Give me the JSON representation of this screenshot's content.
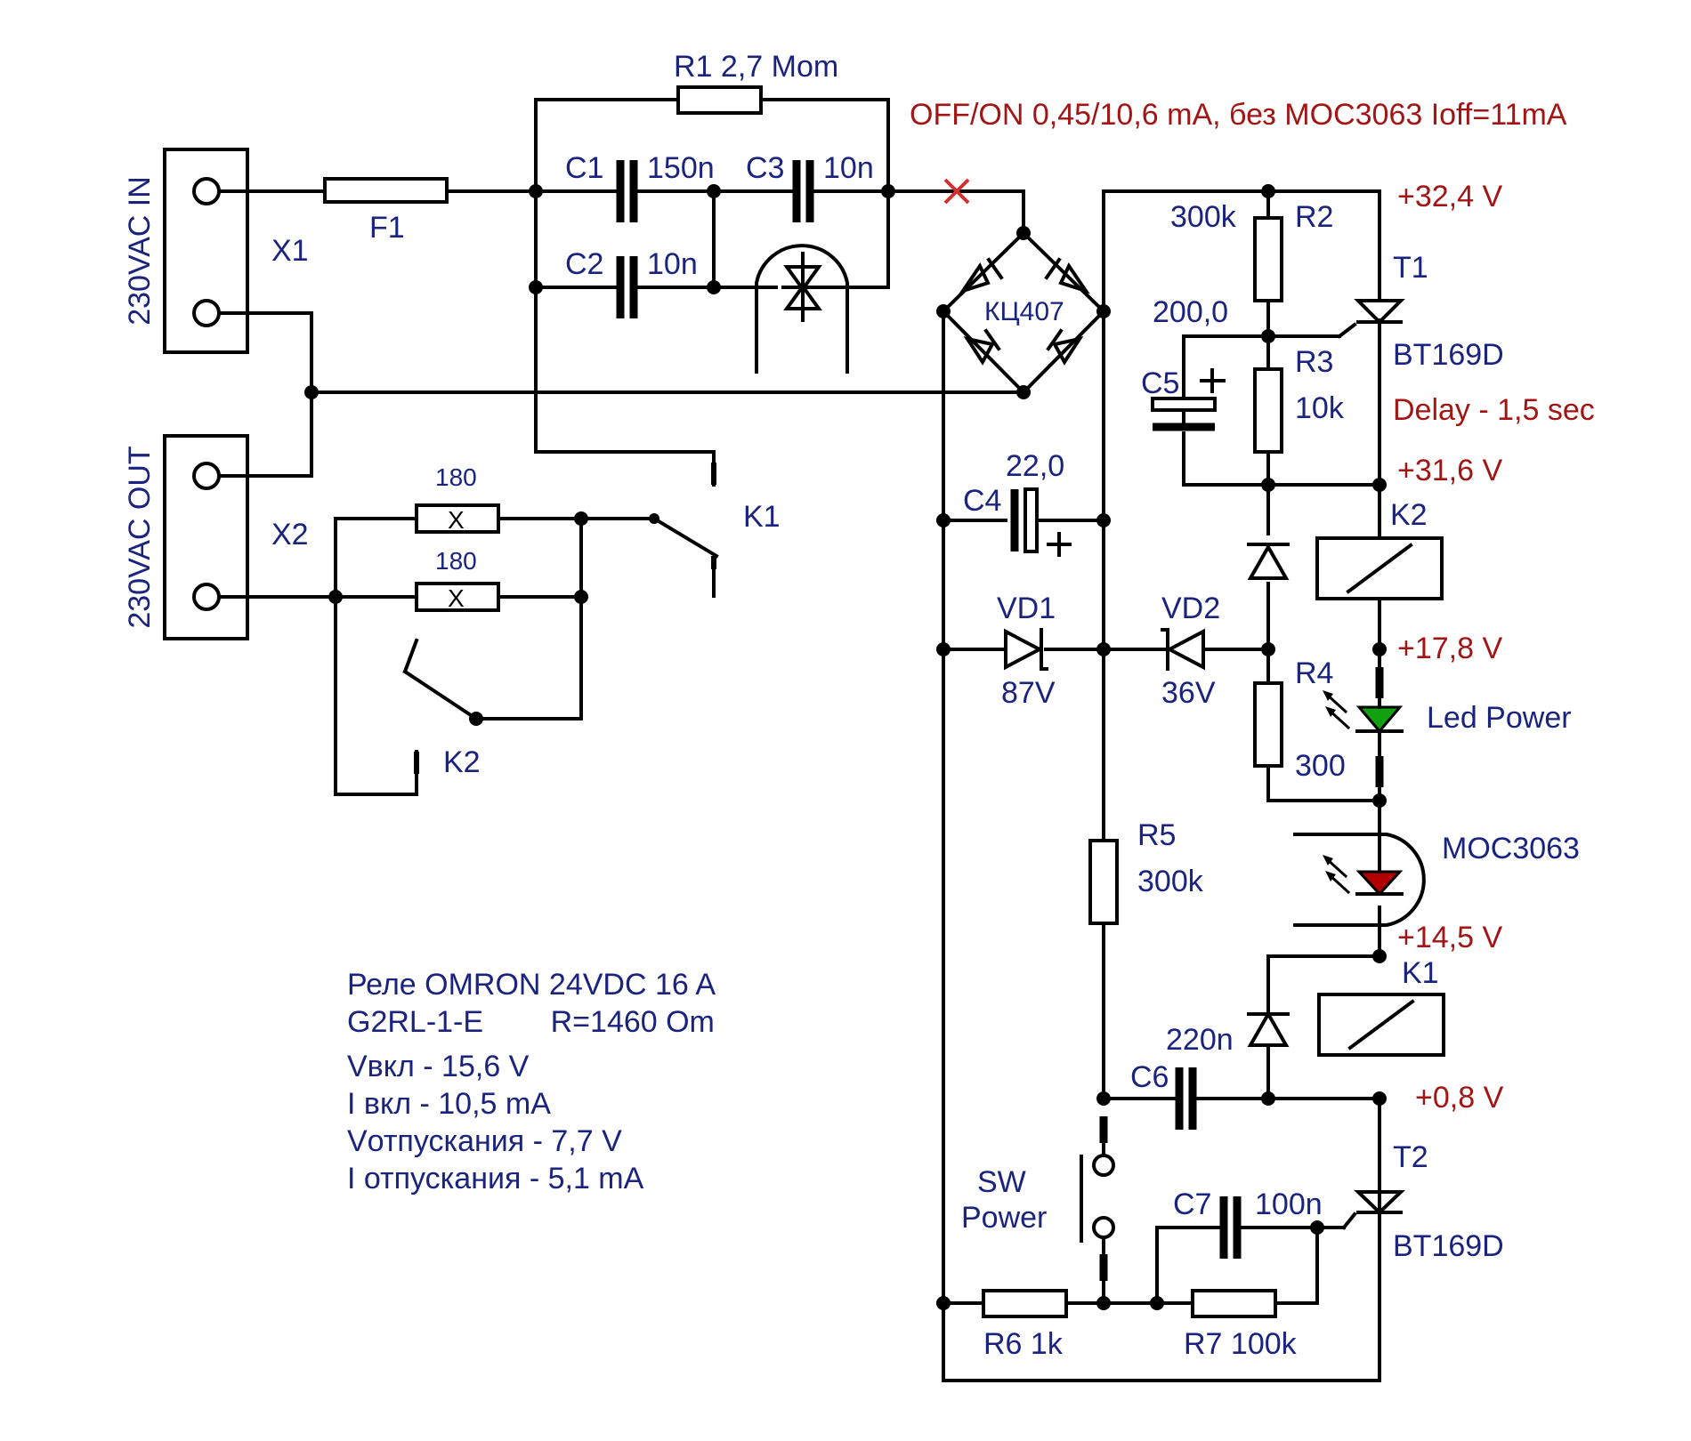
{
  "colors": {
    "wire": "#000000",
    "label": "#1a237e",
    "annotation": "#a31515",
    "led_power": "#10a010",
    "led_moc": "#b00000"
  },
  "header_note": "OFF/ON  0,45/10,6 mA, без MOC3063 Ioff=11mA",
  "connectors": {
    "x1": {
      "ref": "X1",
      "label": "230VAC IN"
    },
    "x2": {
      "ref": "X2",
      "label": "230VAC OUT"
    }
  },
  "components": {
    "f1": "F1",
    "r1": "R1 2,7 Mom",
    "c1_ref": "C1",
    "c1_val": "150n",
    "c2_ref": "C2",
    "c2_val": "10n",
    "c3_ref": "C3",
    "c3_val": "10n",
    "bridge": "КЦ407",
    "r_top": "180",
    "r_bot": "180",
    "k1_contact": "K1",
    "k2_contact": "K2",
    "r2_ref": "R2",
    "r2_val": "300k",
    "c5_ref": "C5",
    "c5_val": "200,0",
    "r3_ref": "R3",
    "r3_val": "10k",
    "t1_ref": "T1",
    "t1_part": "BT169D",
    "c4_ref": "C4",
    "c4_val": "22,0",
    "vd1_ref": "VD1",
    "vd1_val": "87V",
    "vd2_ref": "VD2",
    "vd2_val": "36V",
    "k2_ref": "K2",
    "r4_ref": "R4",
    "r4_val": "300",
    "led_power": "Led Power",
    "moc": "MOC3063",
    "r5_ref": "R5",
    "r5_val": "300k",
    "k1_ref": "K1",
    "c6_ref": "C6",
    "c6_val": "220n",
    "t2_ref": "T2",
    "t2_part": "BT169D",
    "sw_line1": "SW",
    "sw_line2": "Power",
    "c7_ref": "C7",
    "c7_val": "100n",
    "r6": "R6 1k",
    "r7": "R7 100k"
  },
  "voltages": {
    "v1": "+32,4 V",
    "delay": "Delay - 1,5 sec",
    "v2": "+31,6 V",
    "v3": "+17,8 V",
    "v4": "+14,5 V",
    "v5": "+0,8 V"
  },
  "relay_notes": [
    "Реле OMRON 24VDC 16 A",
    "G2RL-1-E        R=1460 Om",
    "Vвкл - 15,6 V",
    "I вкл - 10,5 mA",
    "Vотпускания - 7,7 V",
    "I отпускания - 5,1 mA"
  ]
}
